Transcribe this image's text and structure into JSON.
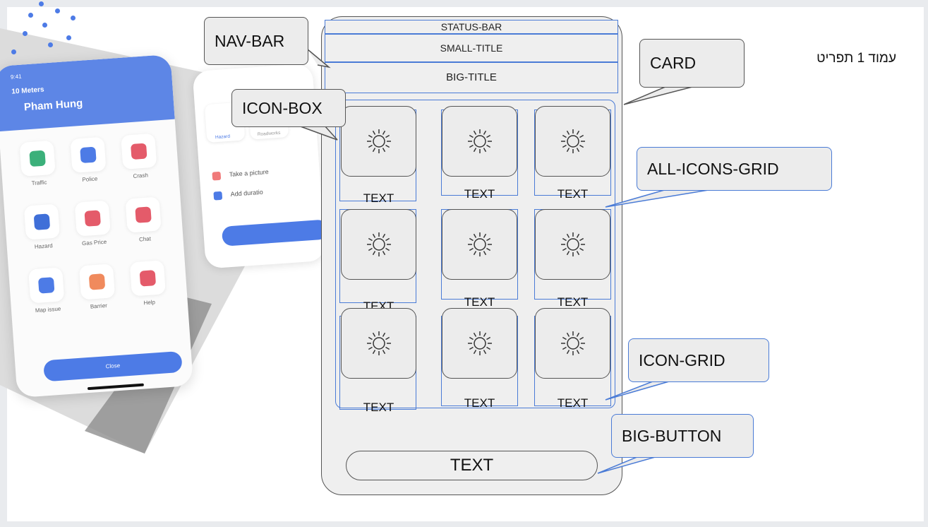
{
  "labels": {
    "status_bar": "STATUS-BAR",
    "small_title": "SMALL-TITLE",
    "big_title": "BIG-TITLE",
    "cell_text": "TEXT",
    "button_text": "TEXT"
  },
  "callouts": {
    "nav_bar": "NAV-BAR",
    "card": "CARD",
    "icon_box": "ICON-BOX",
    "all_icons_grid": "ALL-ICONS-GRID",
    "icon_grid": "ICON-GRID",
    "big_button": "BIG-BUTTON"
  },
  "page_note": "עמוד 1 תפריט",
  "icon_name": "sun-icon",
  "colors": {
    "outline": "#4a7bd6",
    "box_fill": "#efefef",
    "accent": "#5d86e6"
  },
  "mockup": {
    "time": "9:41",
    "distance": "10 Meters",
    "user_name": "Pham Hung",
    "tiles": [
      "Traffic",
      "Police",
      "Crash",
      "Hazard",
      "Gas Price",
      "Chat",
      "Map issue",
      "Barrier",
      "Help"
    ],
    "close_label": "Close",
    "second_screen": {
      "tiles": [
        "Hazard",
        "Roadworks"
      ],
      "rows": [
        "Take a picture",
        "Add duratio"
      ]
    }
  }
}
